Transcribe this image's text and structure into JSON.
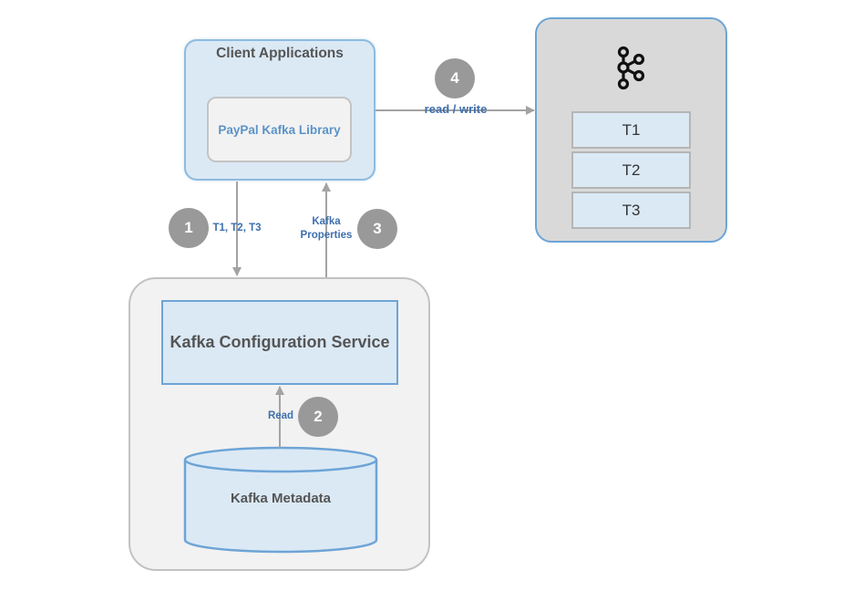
{
  "client": {
    "title": "Client Applications",
    "library": "PayPal Kafka Library"
  },
  "cluster": {
    "logo_icon": "kafka-logo-icon",
    "topics": [
      "T1",
      "T2",
      "T3"
    ]
  },
  "service": {
    "config_service": "Kafka Configuration Service",
    "metadata": "Kafka Metadata"
  },
  "steps": {
    "s1": {
      "number": "1",
      "label": "T1, T2, T3"
    },
    "s2": {
      "number": "2",
      "label": "Read"
    },
    "s3": {
      "number": "3",
      "label_line1": "Kafka",
      "label_line2": "Properties"
    },
    "s4": {
      "number": "4",
      "label": "read / write"
    }
  },
  "colors": {
    "light_blue_fill": "#dbe9f5",
    "blue_border": "#6da4d6",
    "label_blue": "#3f6fae",
    "step_gray": "#999999",
    "container_gray": "#f2f2f2",
    "cluster_gray": "#d9d9d9"
  }
}
